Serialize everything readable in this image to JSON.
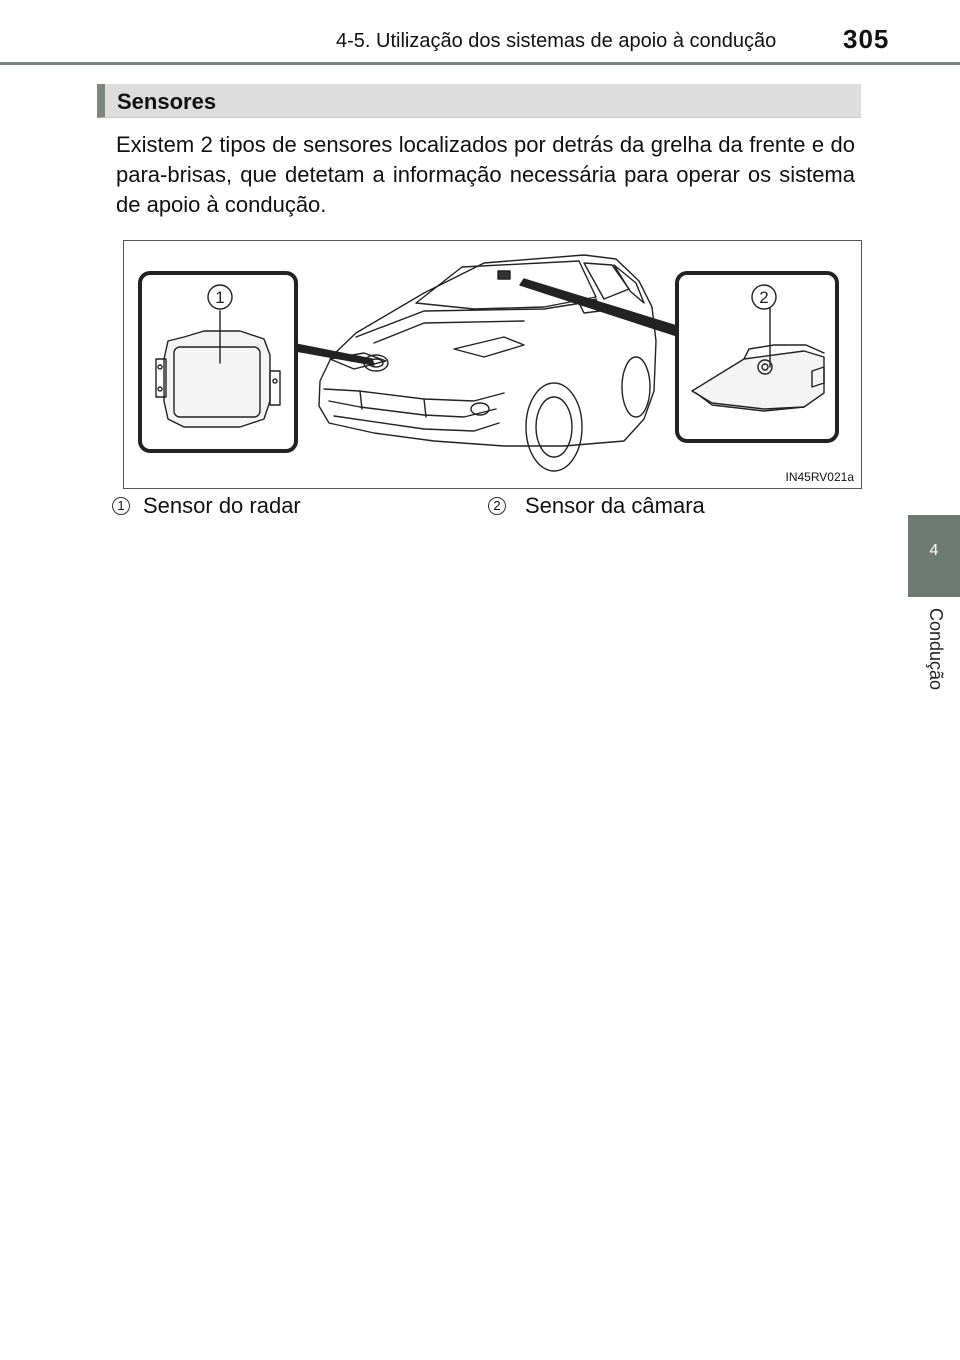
{
  "header": {
    "title": "4-5. Utilização dos sistemas de apoio à condução",
    "page_number": "305"
  },
  "side_tab": {
    "number": "4",
    "label": "Condução"
  },
  "section": {
    "heading": "Sensores",
    "paragraph": "Existem 2 tipos de sensores localizados por detrás da grelha da frente e do para-brisas, que detetam a informação necessária para operar os sistema de apoio à condução."
  },
  "figure": {
    "code": "IN45RV021a",
    "callout_1": "1",
    "callout_2": "2"
  },
  "captions": [
    {
      "num": "1",
      "text": "Sensor do radar"
    },
    {
      "num": "2",
      "text": "Sensor da câmara"
    }
  ]
}
